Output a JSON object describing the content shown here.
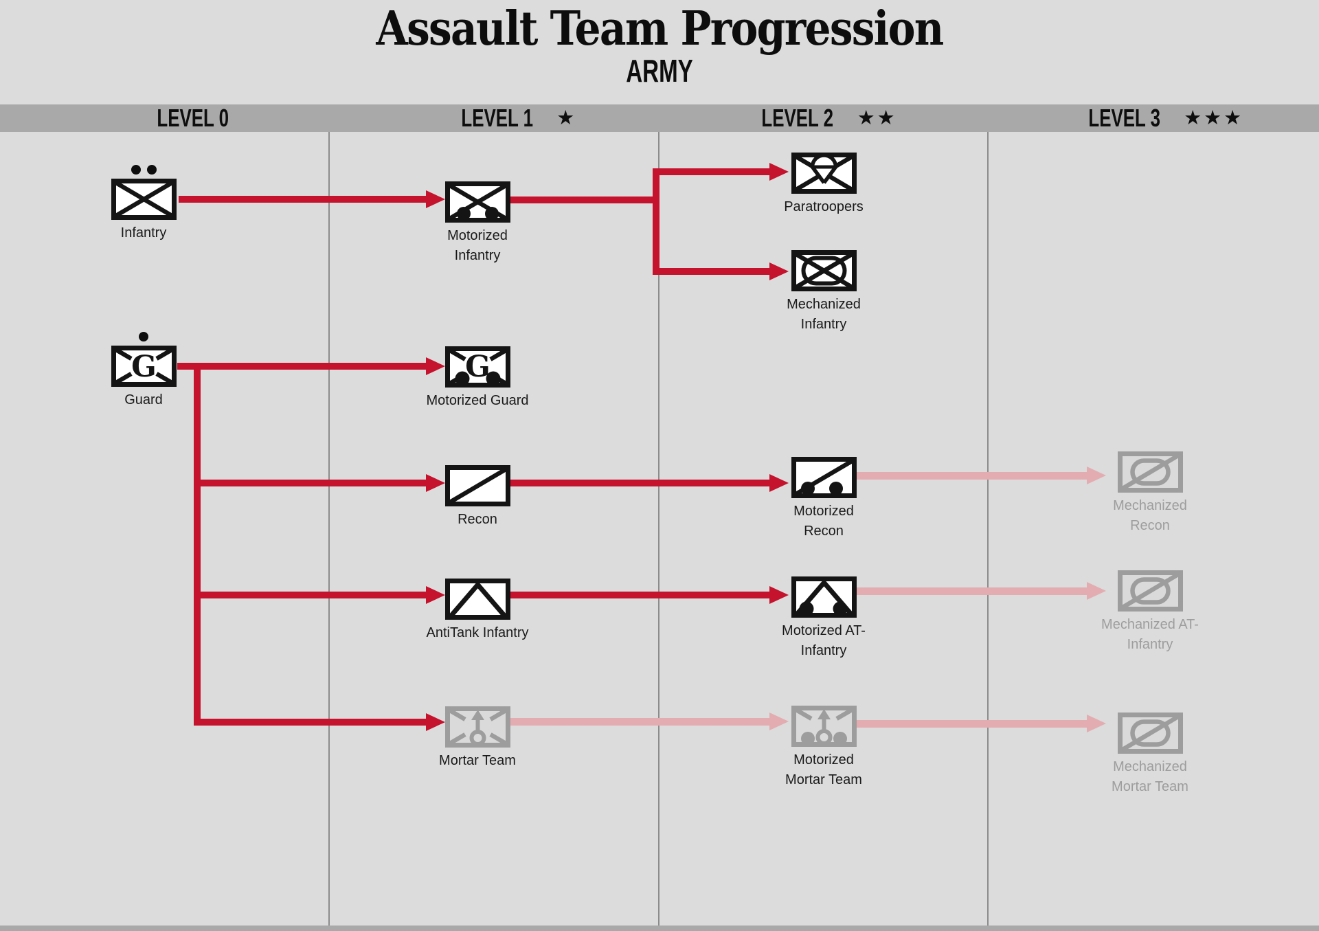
{
  "title": "Assault Team Progression",
  "subtitle": "ARMY",
  "header": {
    "levels": [
      {
        "label": "LEVEL 0",
        "stars": ""
      },
      {
        "label": "LEVEL 1",
        "stars": "★"
      },
      {
        "label": "LEVEL 2",
        "stars": "★★"
      },
      {
        "label": "LEVEL 3",
        "stars": "★★★"
      }
    ]
  },
  "units": {
    "infantry": {
      "label": "Infantry",
      "rank_dots": 2,
      "state": "active"
    },
    "motorized_infantry": {
      "label": "Motorized Infantry",
      "state": "active"
    },
    "paratroopers": {
      "label": "Paratroopers",
      "state": "active"
    },
    "mechanized_infantry": {
      "label": "Mechanized Infantry",
      "state": "active"
    },
    "guard": {
      "label": "Guard",
      "letter": "G",
      "rank_dots": 1,
      "state": "active"
    },
    "motorized_guard": {
      "label": "Motorized Guard",
      "letter": "G",
      "state": "active"
    },
    "recon": {
      "label": "Recon",
      "state": "active"
    },
    "motorized_recon": {
      "label": "Motorized Recon",
      "state": "active"
    },
    "mechanized_recon": {
      "label": "Mechanized Recon",
      "state": "locked"
    },
    "antitank_infantry": {
      "label": "AntiTank Infantry",
      "state": "active"
    },
    "motorized_at_infantry": {
      "label": "Motorized AT-Infantry",
      "state": "active"
    },
    "mechanized_at_infantry": {
      "label": "Mechanized AT-Infantry",
      "state": "locked"
    },
    "mortar_team": {
      "label": "Mortar Team",
      "state": "symbol-faded"
    },
    "motorized_mortar_team": {
      "label": "Motorized Mortar Team",
      "state": "symbol-faded"
    },
    "mechanized_mortar_team": {
      "label": "Mechanized Mortar Team",
      "state": "locked"
    }
  },
  "colors": {
    "background": "#dcdcdc",
    "header_bar": "#a9a9a9",
    "arrow_active": "#c5122d",
    "arrow_locked": "#e3acb0",
    "symbol_active": "#141414",
    "symbol_locked": "#9d9d9d"
  }
}
